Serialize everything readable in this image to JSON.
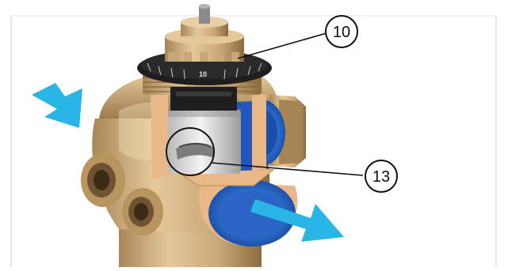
{
  "callouts": [
    {
      "label": "10"
    },
    {
      "label": "13"
    }
  ],
  "dial_marking": "10",
  "colors": {
    "brass": "#c9a877",
    "brass_light": "#e2c79a",
    "brass_dark": "#8c6b3f",
    "flow_blue": "#2c6fd1",
    "flow_blue_dark": "#1a4aa0",
    "arrow_cyan": "#29b6e6",
    "dial_black": "#1e1e1e",
    "insert_grey": "#dcdcdc",
    "cut_face": "#e8b887",
    "callout_stroke": "#111111"
  },
  "icons": [
    "inlet-flow-arrow",
    "outlet-flow-arrow"
  ]
}
